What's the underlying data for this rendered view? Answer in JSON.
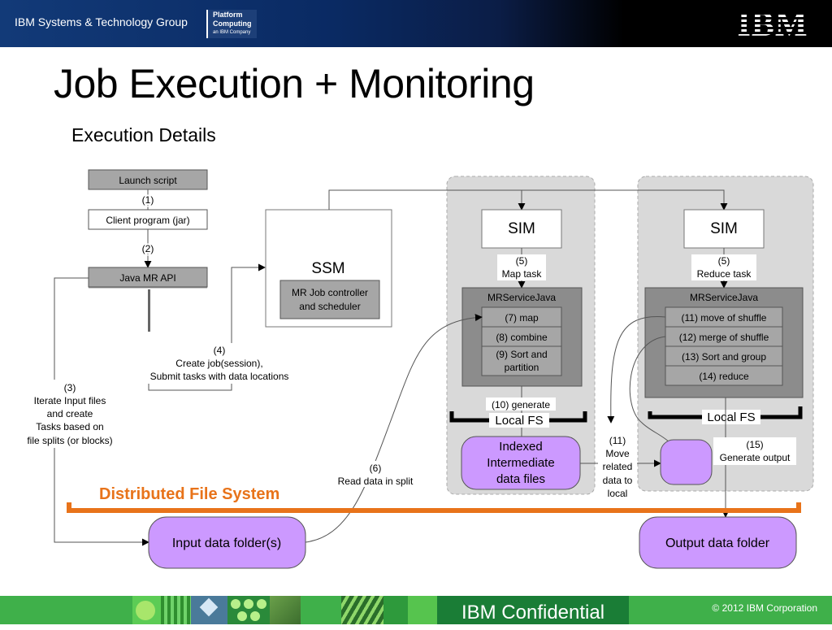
{
  "header": {
    "group": "IBM Systems & Technology Group",
    "platform_line1": "Platform",
    "platform_line2": "Computing",
    "platform_line3": "an IBM Company",
    "brand_logo": "IBM"
  },
  "title": "Job Execution + Monitoring",
  "subtitle": "Execution Details",
  "diagram": {
    "launch_script": "Launch script",
    "step1": "(1)",
    "client_program": "Client program (jar)",
    "step2": "(2)",
    "java_mr_api": "Java MR API",
    "step3": [
      "(3)",
      "Iterate Input files",
      "and create",
      "Tasks based on",
      "file splits (or blocks)"
    ],
    "step4": [
      "(4)",
      "Create job(session),",
      "Submit tasks with data locations"
    ],
    "ssm": "SSM",
    "ssm_inner": [
      "MR Job controller",
      "and scheduler"
    ],
    "sim_map": "SIM",
    "sim_reduce": "SIM",
    "step5_map": [
      "(5)",
      "Map task"
    ],
    "step5_reduce": [
      "(5)",
      "Reduce task"
    ],
    "mrservice_map": "MRServiceJava",
    "mrservice_reduce": "MRServiceJava",
    "map_steps": [
      "(7) map",
      "(8) combine",
      "(9) Sort and",
      "partition"
    ],
    "reduce_steps": [
      "(11) move of shuffle",
      "(12) merge of shuffle",
      "(13) Sort and group",
      "(14) reduce"
    ],
    "step10": "(10) generate",
    "local_fs_map": "Local FS",
    "local_fs_reduce": "Local FS",
    "indexed": [
      "Indexed",
      "Intermediate",
      "data files"
    ],
    "step11": [
      "(11)",
      "Move",
      "related",
      "data to",
      "local"
    ],
    "step15": [
      "(15)",
      "Generate output"
    ],
    "step6": [
      "(6)",
      "Read data in split"
    ],
    "dfs": "Distributed File System",
    "input_folder": "Input data folder(s)",
    "output_folder": "Output data folder"
  },
  "footer": {
    "confidential": "IBM Confidential",
    "copyright": "© 2012  IBM Corporation"
  },
  "colors": {
    "purple": "#cc99ff",
    "gray_box": "#a6a6a6",
    "dark_gray": "#8c8c8c",
    "panel": "#d9d9d9",
    "orange": "#e8731a",
    "footer_green": "#3fb04a",
    "footer_dark": "#1a7d36"
  }
}
